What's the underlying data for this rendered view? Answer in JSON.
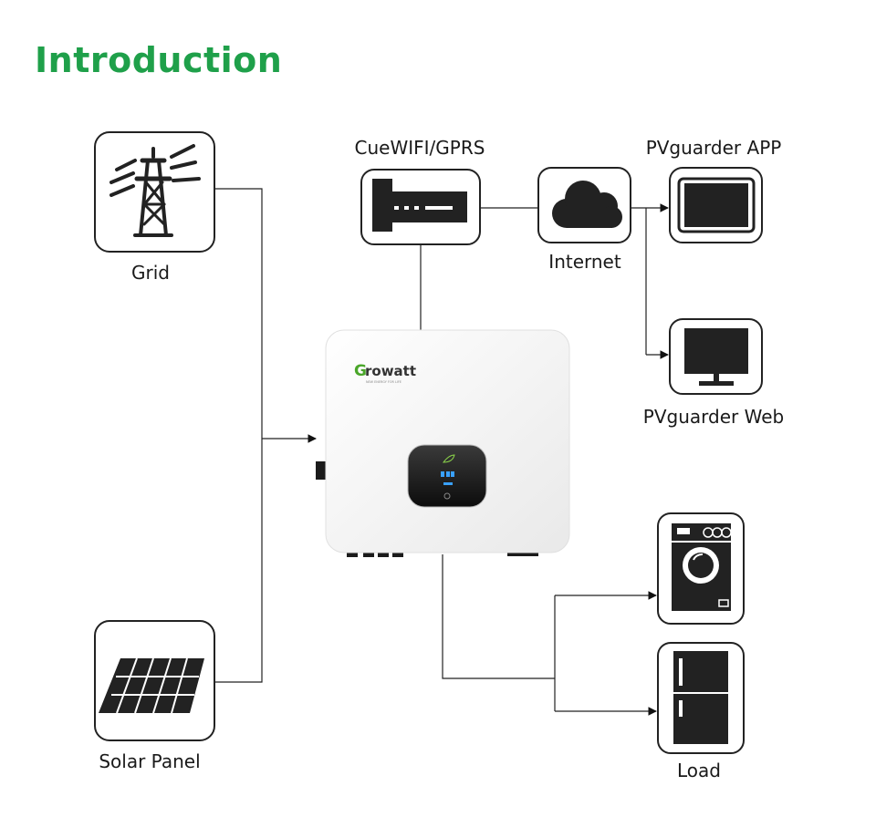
{
  "page": {
    "title": "Introduction"
  },
  "nodes": {
    "grid": {
      "label": "Grid",
      "icon": "transmission-tower-icon"
    },
    "solar": {
      "label": "Solar Panel",
      "icon": "solar-panel-icon"
    },
    "wifi": {
      "label": "CueWIFI/GPRS",
      "icon": "wifi-dongle-icon"
    },
    "internet": {
      "label": "Internet",
      "icon": "cloud-icon"
    },
    "app": {
      "label": "PVguarder APP",
      "icon": "tablet-icon"
    },
    "web": {
      "label": "PVguarder Web",
      "icon": "monitor-icon"
    },
    "load": {
      "label": "Load",
      "icons": [
        "washing-machine-icon",
        "refrigerator-icon"
      ]
    }
  },
  "inverter": {
    "brand": "Growatt",
    "brand_sub": "NEW ENERGY FOR LIFE"
  },
  "colors": {
    "accent": "#1fa04a",
    "line": "#222222",
    "icon": "#222222"
  }
}
